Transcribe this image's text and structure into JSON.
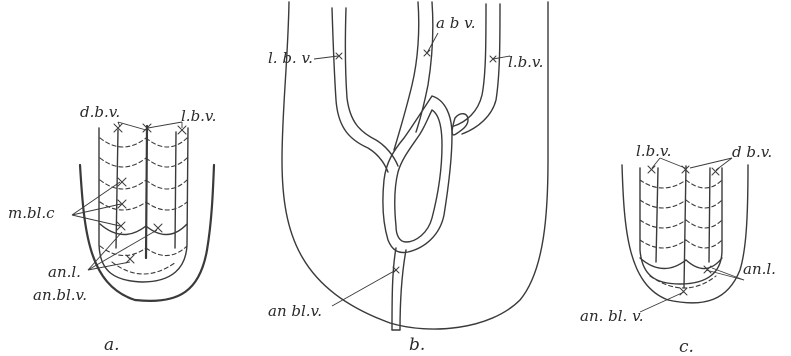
{
  "figure": {
    "panel_a": {
      "caption": "a.",
      "labels": {
        "dbv": "d.b.v.",
        "lbv": "l.b.v.",
        "mblc": "m.bl.c",
        "anl": "an.l.",
        "anblv": "an.bl.v."
      }
    },
    "panel_b": {
      "caption": "b.",
      "labels": {
        "lbv_left": "l. b. v.",
        "abv": "a b v.",
        "lbv_right": "l.b.v.",
        "anblv": "an bl.v."
      }
    },
    "panel_c": {
      "caption": "c.",
      "labels": {
        "lbv": "l.b.v.",
        "dbv": "d b.v.",
        "anl": "an.l.",
        "anblv": "an. bl. v."
      }
    }
  }
}
